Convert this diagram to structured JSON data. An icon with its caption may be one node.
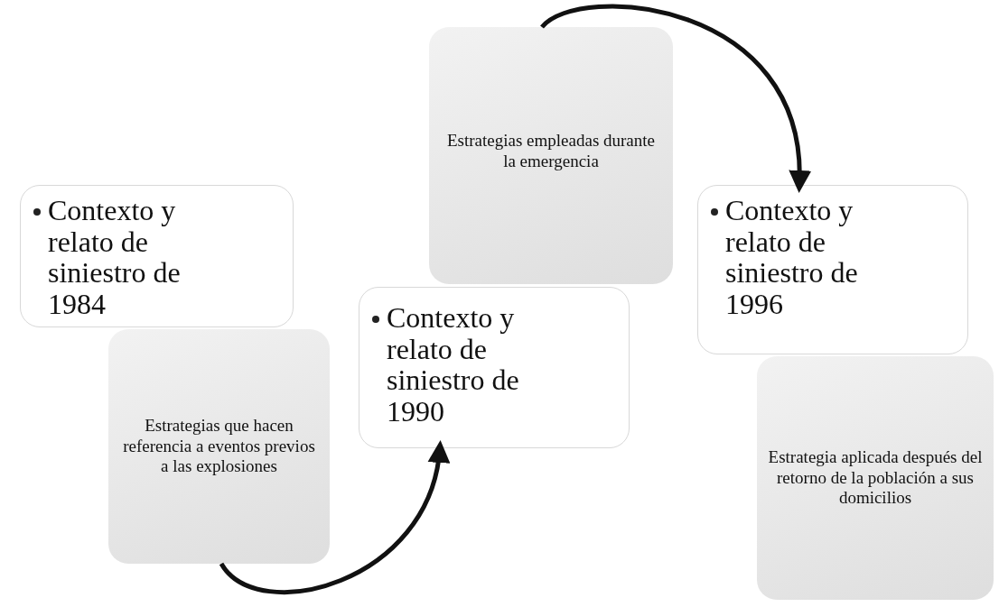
{
  "diagram": {
    "nodes": [
      {
        "text": [
          "Contexto y relato de siniestro de 1984"
        ]
      },
      {
        "text": [
          "Estrategias que hacen referencia a eventos previos a las explosiones"
        ]
      },
      {
        "text": [
          "Contexto y relato de siniestro de 1990"
        ]
      },
      {
        "text": [
          "Estrategias empleadas durante la emergencia"
        ]
      },
      {
        "text": [
          "Contexto y relato de siniestro de 1996"
        ]
      },
      {
        "text": [
          "Estrategia aplicada después del retorno de la población a sus domicilios"
        ]
      }
    ],
    "edges": [
      {
        "from": 1,
        "to": 2,
        "arrow": "to"
      },
      {
        "from": 3,
        "to": 4,
        "arrow": "to"
      }
    ]
  }
}
